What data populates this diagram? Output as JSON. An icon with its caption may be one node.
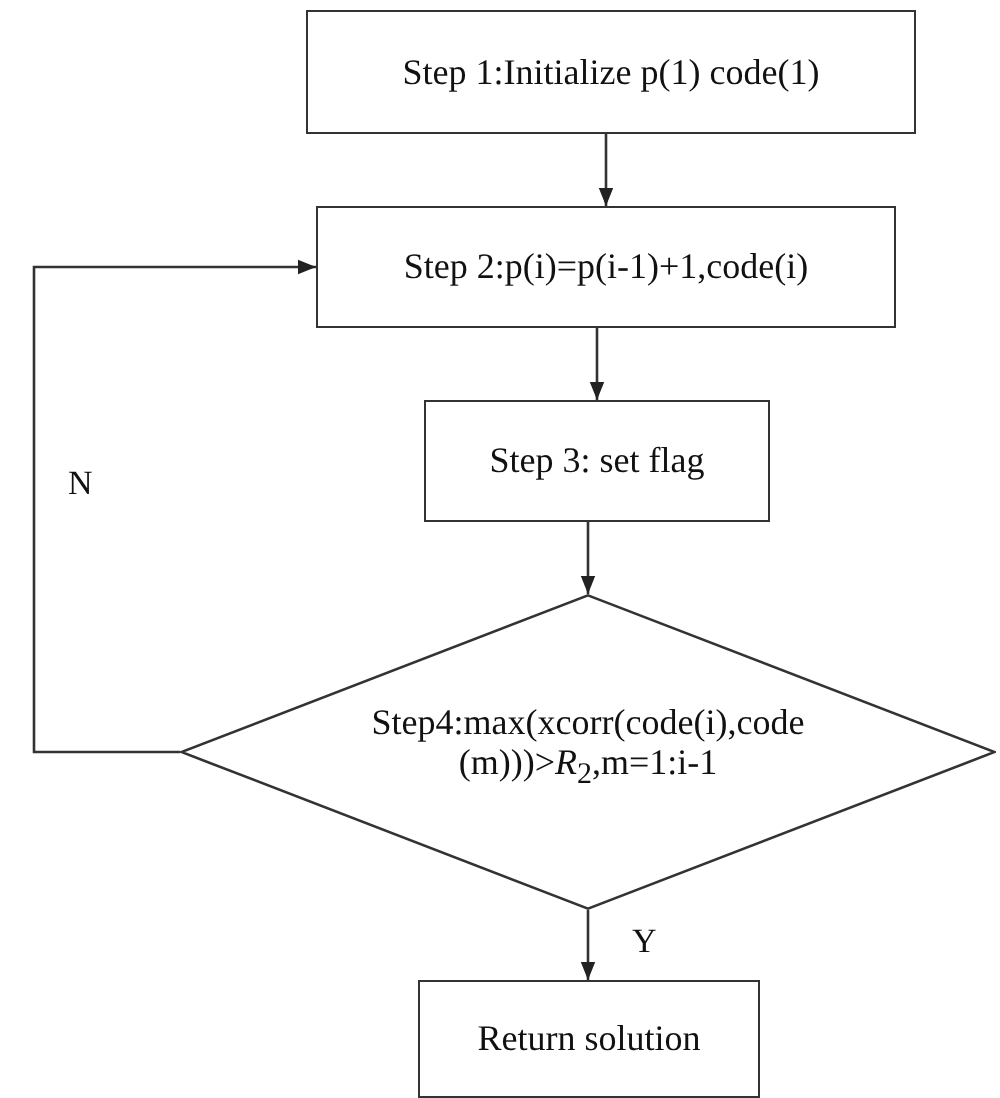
{
  "diagram": {
    "nodes": [
      {
        "text": [
          "Step 1:Initialize p(1) code(1)"
        ]
      },
      {
        "text": [
          "Step 2:p(i)=p(i-1)+1,code(i)"
        ]
      },
      {
        "text": [
          "Step 3: set flag"
        ]
      },
      {
        "text": [
          "Step4:max(xcorr(code(i),code (m)))>*R*$_{2}$,m=1:i-1"
        ]
      },
      {
        "text": [
          "Return solution"
        ]
      }
    ],
    "edges": [
      {
        "from": 0,
        "to": 1,
        "arrow": "to"
      },
      {
        "from": 1,
        "to": 2,
        "arrow": "to"
      },
      {
        "from": 2,
        "to": 3,
        "arrow": "to"
      },
      {
        "from": 3,
        "to": 1,
        "arrow": "to",
        "label": "N"
      },
      {
        "from": 3,
        "to": 4,
        "arrow": "to",
        "label": "Y"
      }
    ]
  }
}
